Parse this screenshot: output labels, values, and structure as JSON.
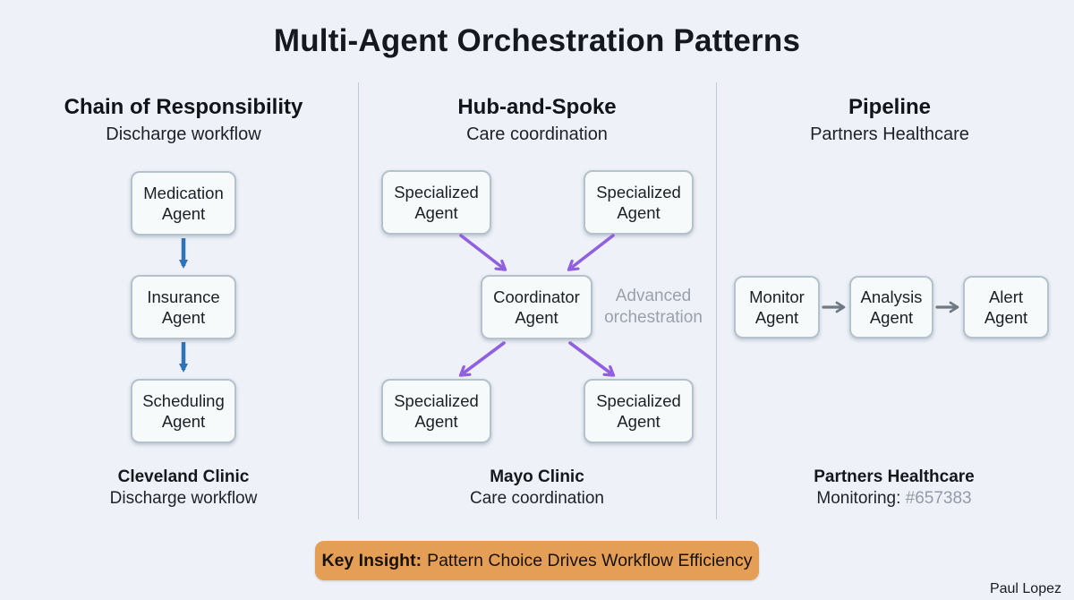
{
  "title": "Multi-Agent Orchestration Patterns",
  "colors": {
    "background": "#eef2f8",
    "box_fill": "#f7fafb",
    "box_border": "#b5c1cc",
    "chain_arrow_blue": "#2f72b5",
    "hub_arrow_purple": "#9060e0",
    "pipeline_arrow_gray": "#707a85",
    "insight_background": "#e49e56",
    "muted_text": "#98a0ab"
  },
  "columns": [
    {
      "heading": "Chain of Responsibility",
      "subheading": "Discharge workflow",
      "nodes": [
        "Medication Agent",
        "Insurance Agent",
        "Scheduling Agent"
      ],
      "footer_bold": "Cleveland Clinic",
      "footer_sub": "Discharge workflow"
    },
    {
      "heading": "Hub-and-Spoke",
      "subheading": "Care coordination",
      "nodes": [
        "Specialized Agent",
        "Specialized Agent",
        "Coordinator Agent",
        "Specialized Agent",
        "Specialized Agent"
      ],
      "annotation": "Advanced orchestration",
      "footer_bold": "Mayo Clinic",
      "footer_sub": "Care coordination"
    },
    {
      "heading": "Pipeline",
      "subheading": "Partners Healthcare",
      "nodes": [
        "Monitor Agent",
        "Analysis Agent",
        "Alert Agent"
      ],
      "footer_bold": "Partners Healthcare",
      "footer_sub_label": "Monitoring:",
      "footer_sub_value": "#657383"
    }
  ],
  "insight": {
    "label": "Key Insight:",
    "text": "Pattern Choice Drives Workflow Efficiency"
  },
  "credit": "Paul Lopez"
}
